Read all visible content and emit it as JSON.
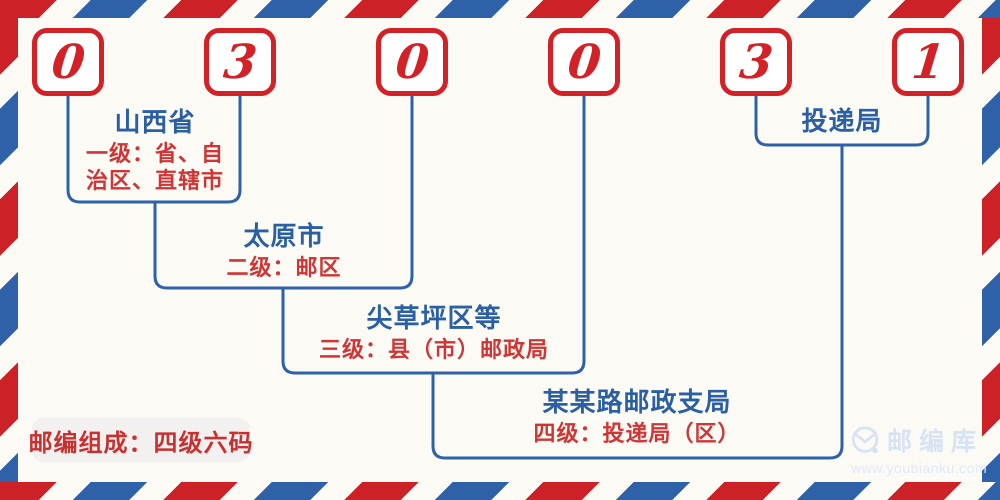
{
  "postal_code": {
    "digits": [
      "0",
      "3",
      "0",
      "0",
      "3",
      "1"
    ]
  },
  "levels": [
    {
      "name": "山西省",
      "desc_lines": [
        "一级：省、自",
        "治区、直辖市"
      ]
    },
    {
      "name": "太原市",
      "desc_lines": [
        "二级：邮区"
      ]
    },
    {
      "name": "尖草坪区等",
      "desc_lines": [
        "三级：县（市）邮政局"
      ]
    },
    {
      "name": "某某路邮政支局",
      "desc_lines": [
        "四级：投递局（区）"
      ]
    },
    {
      "name": "投递局",
      "desc_lines": []
    }
  ],
  "footer": {
    "composition_label": "邮编组成：四级六码"
  },
  "branding": {
    "site_name": "邮编库",
    "site_url": "www.youbianku.com"
  },
  "colors": {
    "stripe_red": "#cb2127",
    "stripe_blue": "#2e61a8",
    "digit_red": "#d22127",
    "title_blue": "#2b5fa4",
    "desc_red": "#d03434",
    "badge_red": "#c93030",
    "watermark_light_blue": "#d7e3f4",
    "background": "#fbfaf5"
  }
}
